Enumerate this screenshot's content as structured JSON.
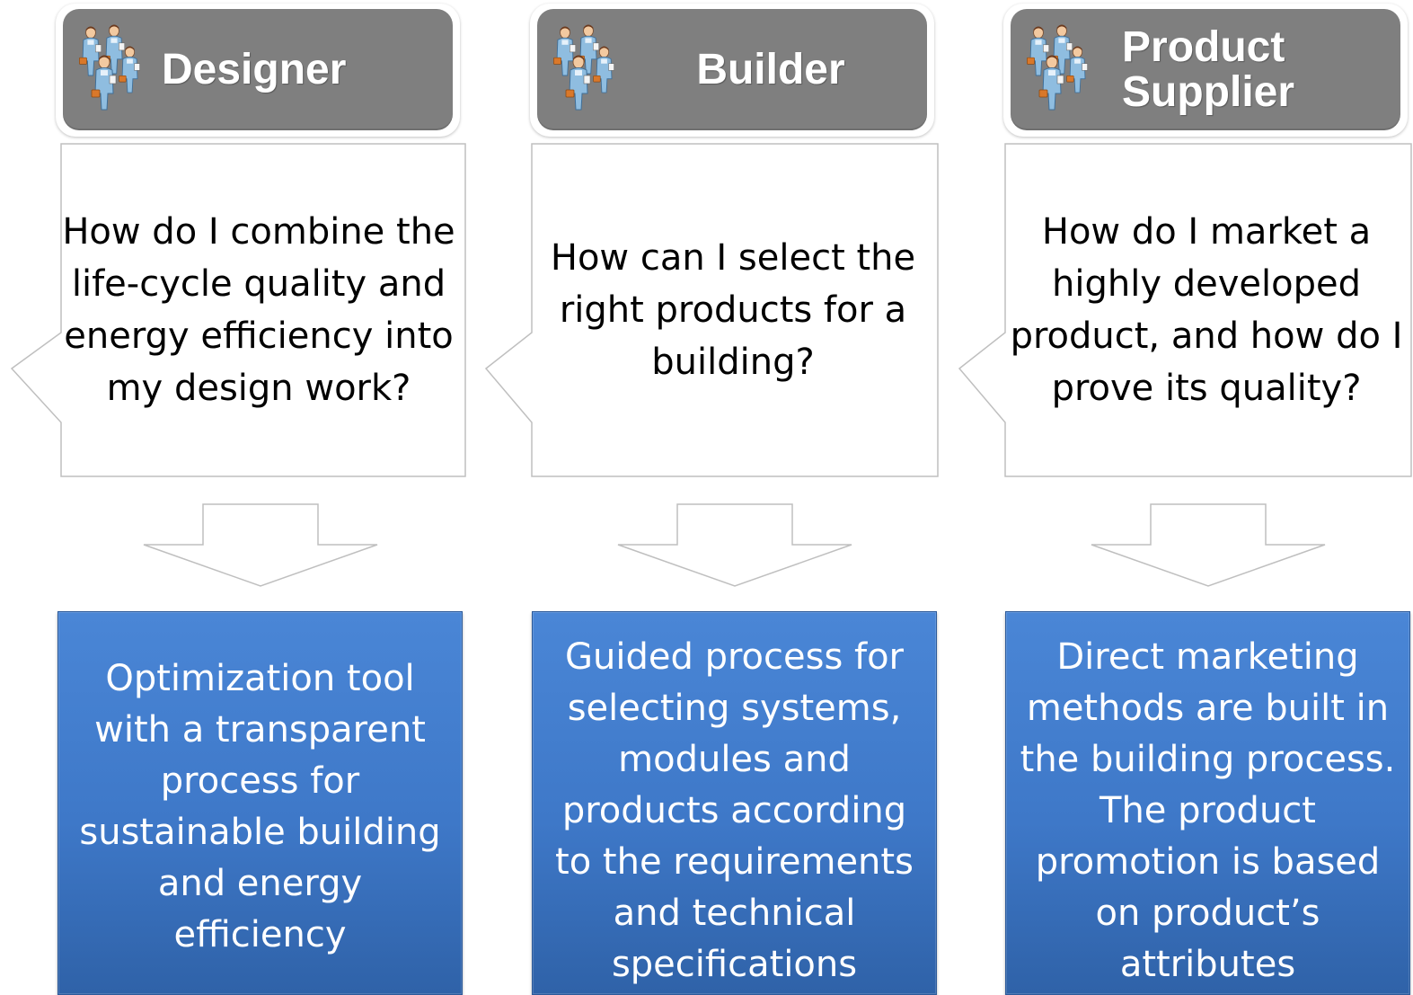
{
  "columns": [
    {
      "title": "Designer",
      "question": "How do I combine the life-cycle quality and energy efficiency into my design work?",
      "answer": "Optimization tool with a transparent process for sustainable building and energy efficiency"
    },
    {
      "title": "Builder",
      "question": "How can I select the right products for a building?",
      "answer": "Guided process for selecting systems, modules and products according to the requirements and technical specifications"
    },
    {
      "title": "Product\nSupplier",
      "question": "How do I market a highly developed product, and how do I prove its quality?",
      "answer": "Direct marketing methods are built in the building process. The product promotion is based on product’s attributes"
    }
  ],
  "icon": "people-group-icon",
  "colors": {
    "header_gray": "#7f7f7f",
    "answer_blue": "#3e78c8",
    "outline": "#bfbfbf"
  }
}
